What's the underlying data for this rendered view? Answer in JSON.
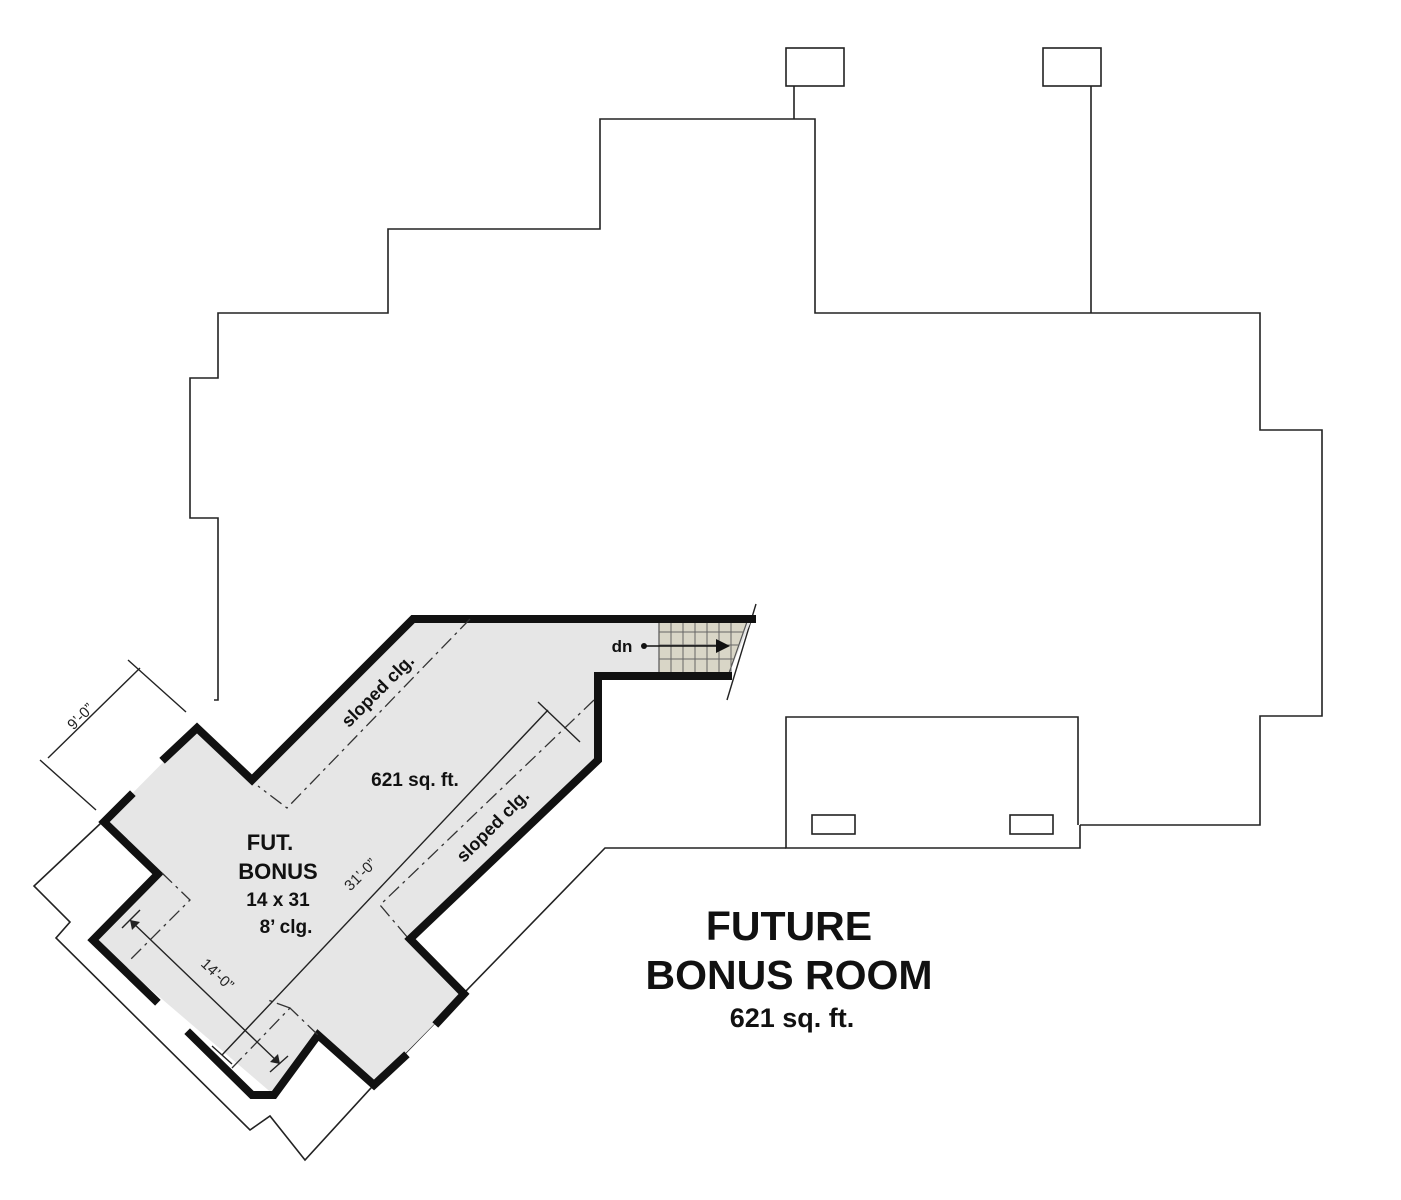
{
  "plan": {
    "title_line1": "FUTURE",
    "title_line2": "BONUS ROOM",
    "title_area": "621 sq. ft."
  },
  "room": {
    "name_line1": "FUT.",
    "name_line2": "BONUS",
    "size": "14 x 31",
    "ceiling": "8’ clg.",
    "area": "621 sq. ft.",
    "sloped_ceiling_upper": "sloped clg.",
    "sloped_ceiling_lower": "sloped clg."
  },
  "stair": {
    "label": "dn"
  },
  "dimensions": {
    "length": "31’-0”",
    "width": "14’-0”",
    "offset": "9’-0”"
  }
}
